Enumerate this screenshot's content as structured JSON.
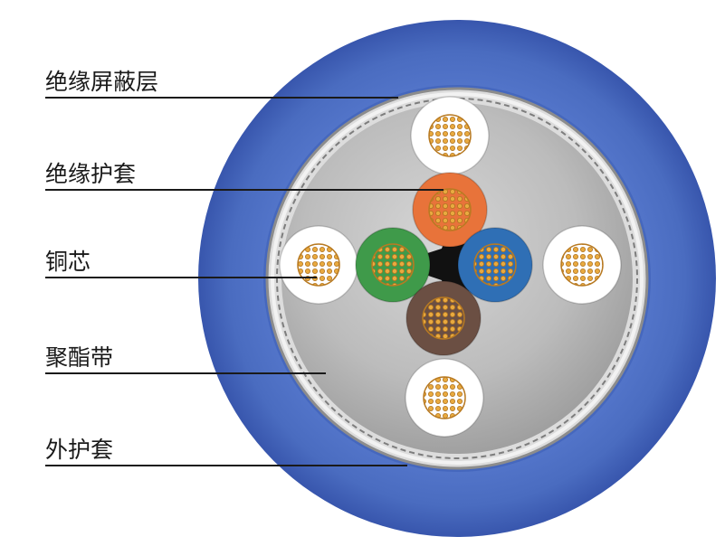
{
  "diagram": {
    "labels": [
      {
        "id": "shield",
        "text": "绝缘屏蔽层"
      },
      {
        "id": "insulation",
        "text": "绝缘护套"
      },
      {
        "id": "copper",
        "text": "铜芯"
      },
      {
        "id": "polyester",
        "text": "聚酯带"
      },
      {
        "id": "outer",
        "text": "外护套"
      }
    ],
    "colors": {
      "outer_sheath": "#4a6fc4",
      "outer_sheath_dark": "#3355ad",
      "shield_ring": "#c9c9c9",
      "filler": "#b5b5b5",
      "copper": "#e6a43a",
      "copper_dark": "#b87a22",
      "core_white": "#ffffff",
      "core_orange": "#e8733a",
      "core_green": "#3f9a4a",
      "core_blue": "#2f6fb5",
      "core_brown": "#6b4f43",
      "center_cross": "#111111",
      "leader_line": "#1a1a1a"
    }
  }
}
